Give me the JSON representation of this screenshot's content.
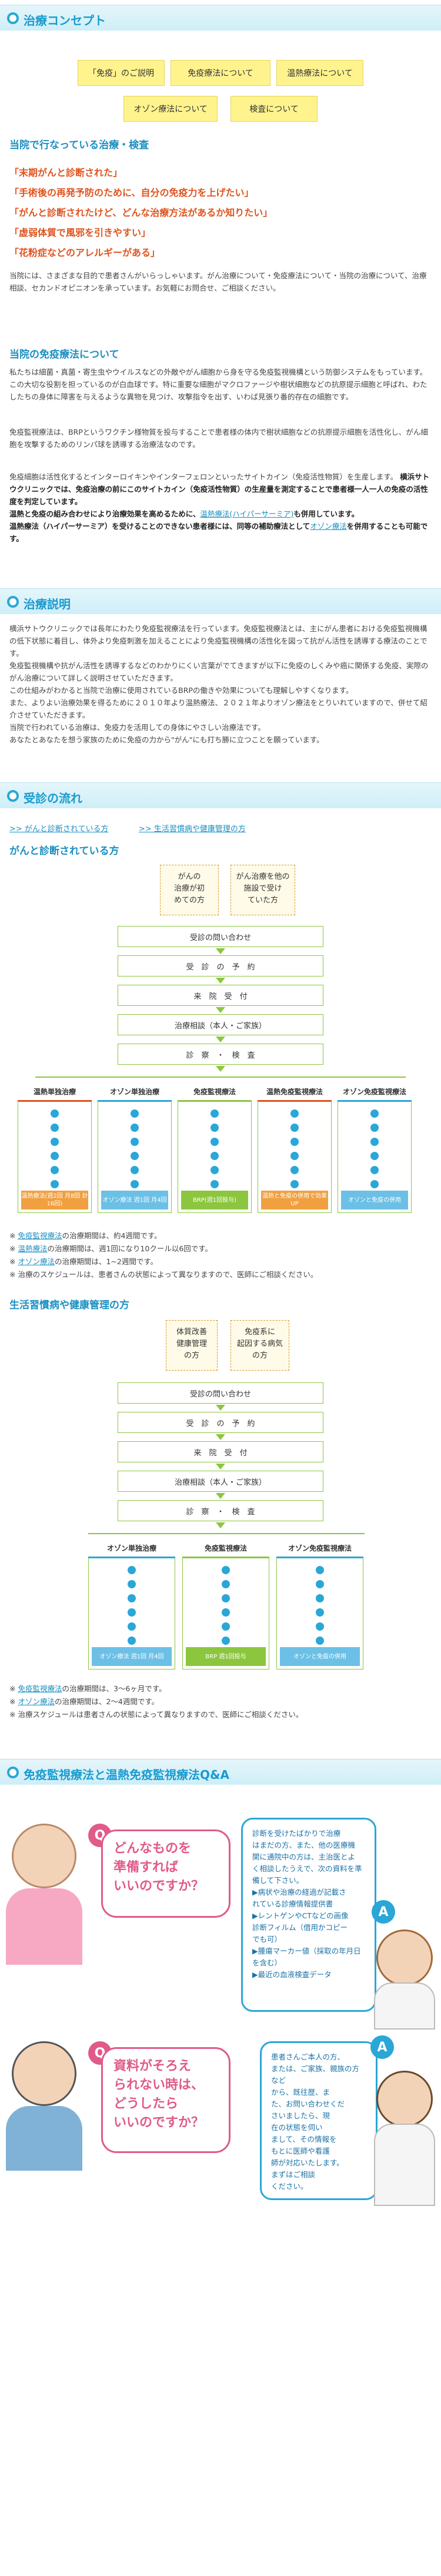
{
  "concept": {
    "title": "治療コンセプト",
    "chips": [
      "「免疫」のご説明",
      "免疫療法について",
      "温熱療法について",
      "オゾン療法について",
      "検査について"
    ],
    "h_current": "当院で行なっている治療・検査",
    "red_lines": [
      "「末期がんと診断された」",
      "「手術後の再発予防のために、自分の免疫力を上げたい」",
      "「がんと診断されたけど、どんな治療方法があるか知りたい」",
      "「虚弱体質で風邪を引きやすい」",
      "「花粉症などのアレルギーがある」"
    ],
    "para1": "当院には、さまざまな目的で患者さんがいらっしゃいます。がん治療について・免疫療法について・当院の治療について、治療相談、セカンドオピニオンを承っています。お気軽にお問合せ、ご相談ください。",
    "h_immune": "当院の免疫療法について",
    "para2": "私たちは細菌・真菌・寄生虫やウイルスなどの外敵やがん細胞から身を守る免疫監視機構という防御システムをもっています。この大切な役割を担っているのが白血球です。特に重要な細胞がマクロファージや樹状細胞などの抗原提示細胞と呼ばれ、わたしたちの身体に障害を与えるような異物を見つけ、攻撃指令を出す、いわば見張り番的存在の細胞です。",
    "para3": "免疫監視療法は、BRPというワクチン様物質を投与することで患者様の体内で樹状細胞などの抗原提示細胞を活性化し、がん細胞を攻撃するためのリンパ球を誘導する治療法なのです。",
    "para4a": "免疫細胞は活性化するとインターロイキンやインターフェロンといったサイトカイン（免疫活性物質）を生産します。",
    "para4b": "横浜サトウクリニックでは、免疫治療の前にこのサイトカイン（免疫活性物質）の生産量を測定することで患者様一人一人の免疫の活性度を判定しています。",
    "para4c": "温熱と免疫の組み合わせにより治療効果を高めるために、",
    "para4c_link": "温熱療法(ハイパーサーミア)",
    "para4c_tail": "も併用しています。",
    "para4d": "温熱療法（ハイパーサーミア）を受けることのできない患者様には、同等の補助療法として",
    "para4d_link": "オゾン療法",
    "para4d_tail": "を併用することも可能です。"
  },
  "explain": {
    "title": "治療説明",
    "para": "横浜サトウクリニックでは長年にわたり免疫監視療法を行っています。免疫監視療法とは、主にがん患者における免疫監視機構の低下状態に着目し、体外より免疫刺激を加えることにより免疫監視機構の活性化を図って抗がん活性を誘導する療法のことです。\n免疫監視機構や抗がん活性を誘導するなどのわかりにくい言葉がでてきますが以下に免疫のしくみや癌に関係する免疫、実際のがん治療について詳しく説明させていただきます。\nこの仕組みがわかると当院で治療に使用されているBRPの働きや効果についても理解しやすくなります。\nまた、よりよい治療効果を得るために２０１０年より温熱療法、２０２１年よりオゾン療法をとりいれていますので、併せて紹介させていただきます。\n当院で行われている治療は、免疫力を活用しての身体にやさしい治療法です。\nあなたとあなたを想う家族のために免疫の力から\"がん\"にも打ち勝に立つことを願っています。"
  },
  "flow": {
    "title": "受診の流れ",
    "links": [
      ">> がんと診断されている方",
      ">> 生活習慣病や健康管理の方"
    ],
    "h_cancer": "がんと診断されている方",
    "dash1": [
      "がんの",
      "治療が初",
      "めての方"
    ],
    "dash2": [
      "がん治療を他の",
      "施設で受け",
      "ていた方"
    ],
    "steps1": [
      "受診の問い合わせ",
      "受　診　の　予　約",
      "来　院　受　付",
      "治療相談（本人・ご家族）",
      "診　察　・　検　査"
    ],
    "cols1": [
      "温熱単独治療",
      "オゾン単独治療",
      "免疫監視療法",
      "温熱免疫監視療法",
      "オゾン免疫監視療法"
    ],
    "foot1": [
      "温熱療法(週2回 月8回 計16回)",
      "オゾン療法 週1回 月4回",
      "BRP(週1回投与)",
      "温熱と免疫の併用で効果UP",
      "オゾンと免疫の併用"
    ],
    "notes1_link": [
      "免疫監視療法",
      "温熱療法",
      "オゾン療法"
    ],
    "notes1_tail": [
      "の治療期間は、約4週間です。",
      "の治療期間は、週1回になり10クール以6回です。",
      "の治療期間は、1~2週間です。"
    ],
    "notes1_last": "治療のスケジュールは、患者さんの状態によって異なりますので、医師にご相談ください。",
    "h_life": "生活習慣病や健康管理の方",
    "dash3": [
      "体質改善",
      "健康管理",
      "の方"
    ],
    "dash4": [
      "免疫系に",
      "起因する病気",
      "の方"
    ],
    "cols2": [
      "オゾン単独治療",
      "免疫監視療法",
      "オゾン免疫監視療法"
    ],
    "foot2": [
      "オゾン療法 週1回 月4回",
      "BRP 週1回投与",
      "オゾンと免疫の併用"
    ],
    "notes2_link": [
      "免疫監視療法",
      "オゾン療法"
    ],
    "notes2_tail": [
      "の治療期間は、3～6ヶ月です。",
      "の治療期間は、2～4週間です。"
    ],
    "notes2_last": "治療スケジュールは患者さんの状態によって異なりますので、医師にご相談ください。"
  },
  "qa": {
    "title": "免疫監視療法と温熱免疫監視療法Q&A",
    "q1": [
      "どんなものを",
      "準備すれば",
      "いいのですか？"
    ],
    "a1": [
      "診断を受けたばかりで治療",
      "はまだの方、また、他の医療機",
      "関に通院中の方は、主治医とよ",
      "く相談したうえで、次の資料を準",
      "備して下さい。",
      "▶病状や治療の経過が記載さ",
      "れている診療情報提供書",
      "▶レントゲンやCTなどの画像",
      "診断フィルム（借用かコピー",
      "でも可）",
      "▶腫瘍マーカー値（採取の年月日",
      "を含む）",
      "▶最近の血液検査データ"
    ],
    "q2": [
      "資料がそろえ",
      "られない時は、",
      "どうしたら",
      "いいのですか？"
    ],
    "a2": [
      "患者さんご本人の方、",
      "または、ご家族、親族の方など",
      "から、既往歴、ま",
      "た、お問い合わせくだ",
      "さいましたら、現",
      "在の状態を伺い",
      "まして、その情報を",
      "もとに医師や看護",
      "師が対応いたします。",
      "まずはご相談",
      "ください。"
    ],
    "q_label": "Q",
    "a_label": "A"
  },
  "colors": {
    "accent": "#1a9bcf",
    "red": "#e0531e",
    "green": "#8cc63f",
    "pink": "#e05a8a",
    "chip": "#fff38d"
  }
}
